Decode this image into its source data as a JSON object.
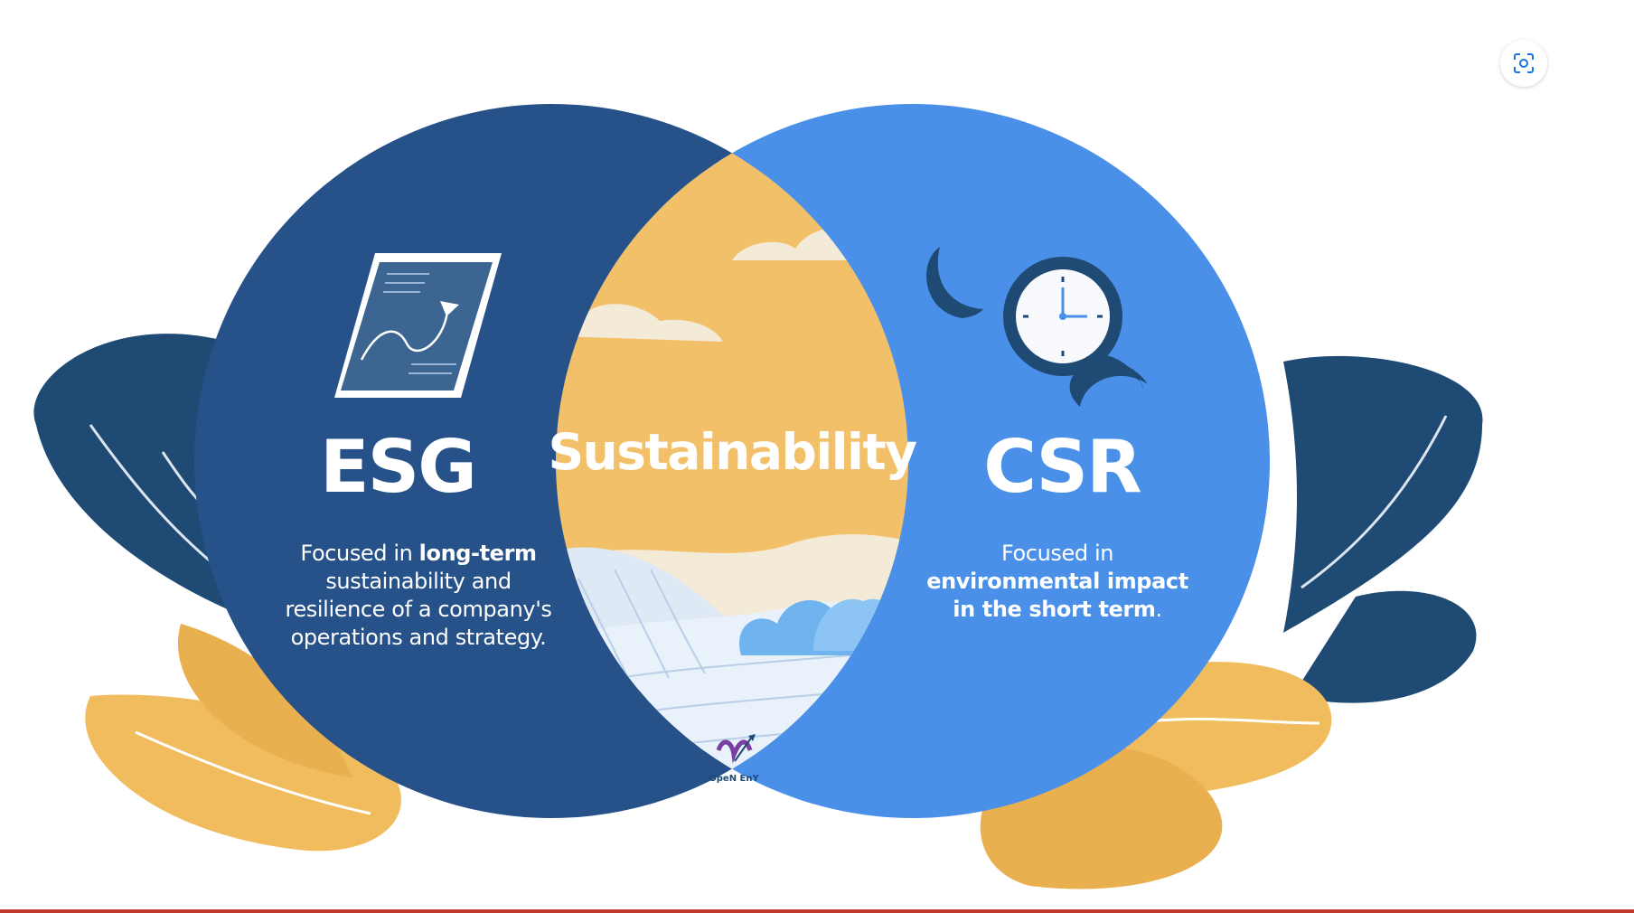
{
  "diagram": {
    "left_circle": {
      "title": "ESG",
      "desc_prefix": "Focused in ",
      "desc_bold": "long-term",
      "desc_suffix": " sustainability and resilience of a company's operations and strategy.",
      "color": "#265189"
    },
    "right_circle": {
      "title": "CSR",
      "desc_prefix": "Focused in ",
      "desc_bold": "environmental impact in the short term",
      "desc_suffix": ".",
      "color": "#4a90e8"
    },
    "intersection": {
      "title": "Sustainability",
      "color": "#f3c06a"
    },
    "logo_text": "OpeN EnY"
  },
  "colors": {
    "leaf_dark": "#1f4a74",
    "leaf_gold": "#f0bc5e",
    "cloud": "#f4ead8",
    "hill_light": "#dfe9f5",
    "accent_line": "#c0392b"
  },
  "icons": {
    "esg": "document-chart-icon",
    "csr": "clock-icon",
    "scan": "scan-icon"
  }
}
